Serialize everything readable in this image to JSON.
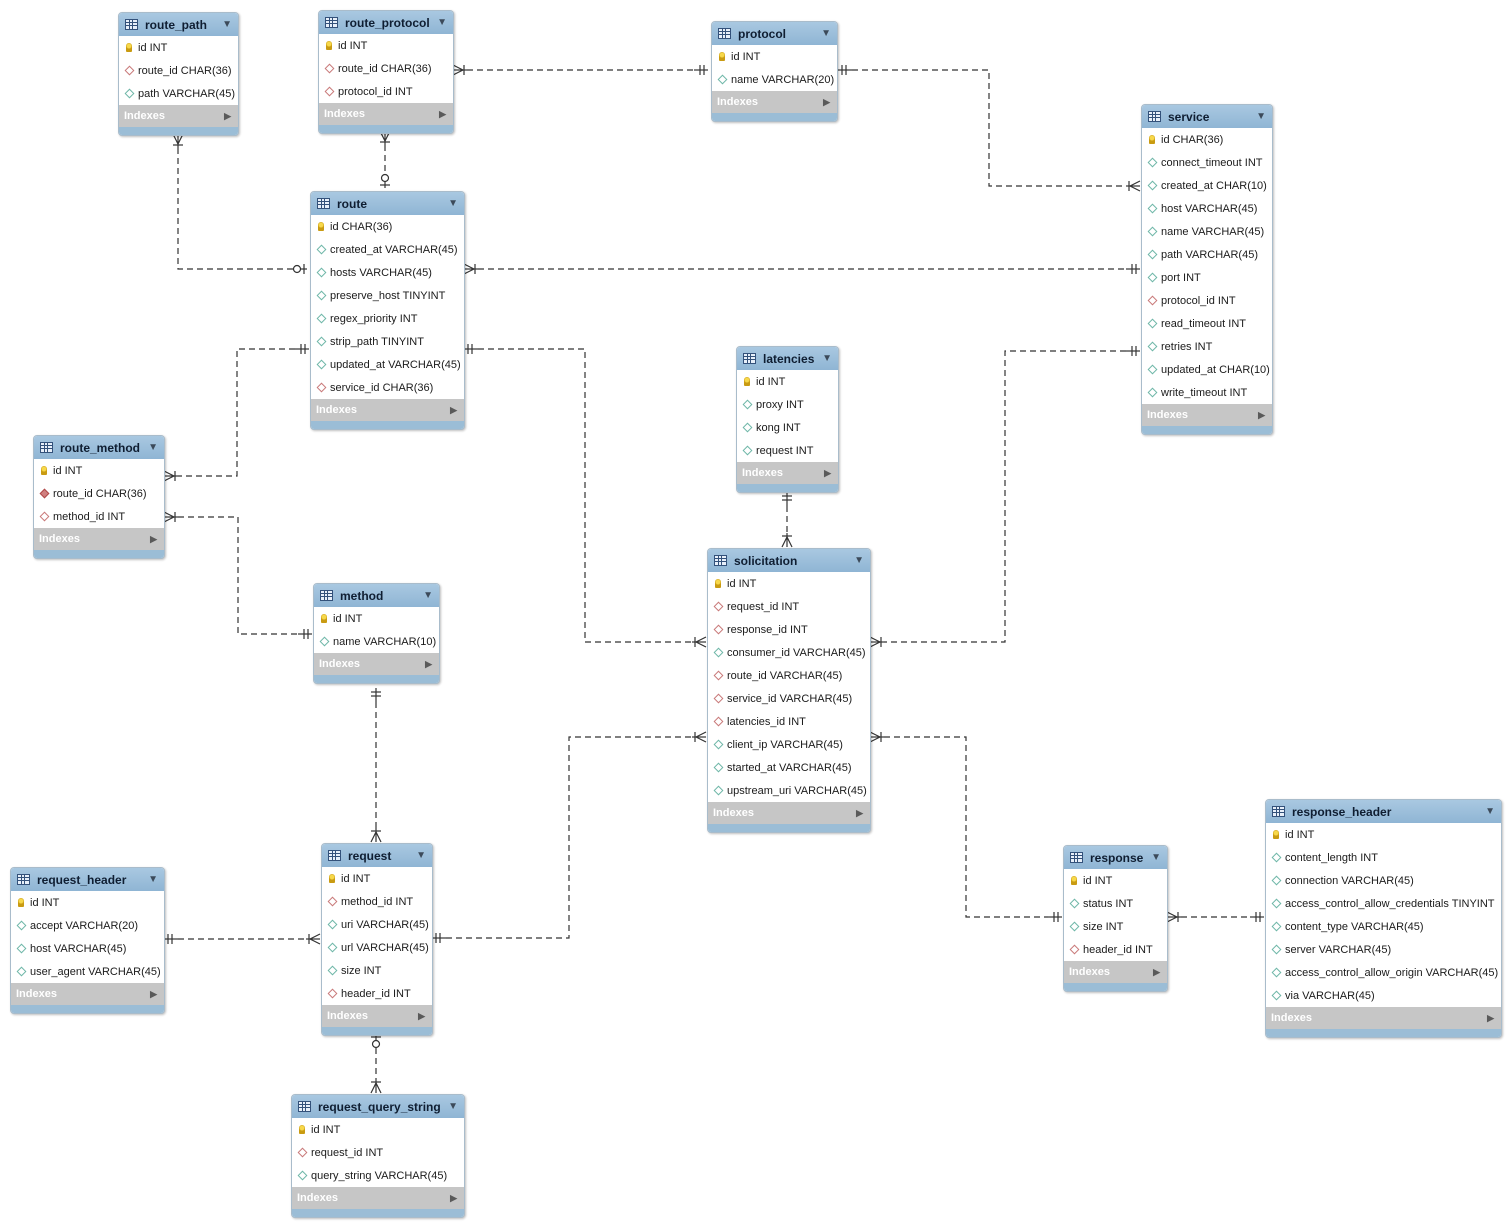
{
  "diagram": {
    "indexes_label": "Indexes",
    "tables": [
      {
        "key": "route_path",
        "name": "route_path",
        "columns": [
          {
            "kind": "pk",
            "text": "id INT"
          },
          {
            "kind": "fk",
            "text": "route_id CHAR(36)"
          },
          {
            "kind": "col",
            "text": "path VARCHAR(45)"
          }
        ]
      },
      {
        "key": "route_protocol",
        "name": "route_protocol",
        "columns": [
          {
            "kind": "pk",
            "text": "id INT"
          },
          {
            "kind": "fk",
            "text": "route_id CHAR(36)"
          },
          {
            "kind": "fk",
            "text": "protocol_id INT"
          }
        ]
      },
      {
        "key": "protocol",
        "name": "protocol",
        "columns": [
          {
            "kind": "pk",
            "text": "id INT"
          },
          {
            "kind": "col",
            "text": "name VARCHAR(20)"
          }
        ]
      },
      {
        "key": "service",
        "name": "service",
        "columns": [
          {
            "kind": "pk",
            "text": "id CHAR(36)"
          },
          {
            "kind": "col",
            "text": "connect_timeout INT"
          },
          {
            "kind": "col",
            "text": "created_at CHAR(10)"
          },
          {
            "kind": "col",
            "text": "host VARCHAR(45)"
          },
          {
            "kind": "col",
            "text": "name VARCHAR(45)"
          },
          {
            "kind": "col",
            "text": "path VARCHAR(45)"
          },
          {
            "kind": "col",
            "text": "port INT"
          },
          {
            "kind": "fk",
            "text": "protocol_id INT"
          },
          {
            "kind": "col",
            "text": "read_timeout INT"
          },
          {
            "kind": "col",
            "text": "retries INT"
          },
          {
            "kind": "col",
            "text": "updated_at CHAR(10)"
          },
          {
            "kind": "col",
            "text": "write_timeout INT"
          }
        ]
      },
      {
        "key": "route",
        "name": "route",
        "columns": [
          {
            "kind": "pk",
            "text": "id CHAR(36)"
          },
          {
            "kind": "col",
            "text": "created_at VARCHAR(45)"
          },
          {
            "kind": "col",
            "text": "hosts VARCHAR(45)"
          },
          {
            "kind": "col",
            "text": "preserve_host TINYINT"
          },
          {
            "kind": "col",
            "text": "regex_priority INT"
          },
          {
            "kind": "col",
            "text": "strip_path TINYINT"
          },
          {
            "kind": "col",
            "text": "updated_at VARCHAR(45)"
          },
          {
            "kind": "fk",
            "text": "service_id CHAR(36)"
          }
        ]
      },
      {
        "key": "latencies",
        "name": "latencies",
        "columns": [
          {
            "kind": "pk",
            "text": "id INT"
          },
          {
            "kind": "col",
            "text": "proxy INT"
          },
          {
            "kind": "col",
            "text": "kong INT"
          },
          {
            "kind": "col",
            "text": "request INT"
          }
        ]
      },
      {
        "key": "route_method",
        "name": "route_method",
        "columns": [
          {
            "kind": "pk",
            "text": "id INT"
          },
          {
            "kind": "fk-filled",
            "text": "route_id CHAR(36)"
          },
          {
            "kind": "fk",
            "text": "method_id INT"
          }
        ]
      },
      {
        "key": "solicitation",
        "name": "solicitation",
        "columns": [
          {
            "kind": "pk",
            "text": "id INT"
          },
          {
            "kind": "fk",
            "text": "request_id INT"
          },
          {
            "kind": "fk",
            "text": "response_id INT"
          },
          {
            "kind": "col",
            "text": "consumer_id VARCHAR(45)"
          },
          {
            "kind": "fk",
            "text": "route_id VARCHAR(45)"
          },
          {
            "kind": "fk",
            "text": "service_id VARCHAR(45)"
          },
          {
            "kind": "fk",
            "text": "latencies_id INT"
          },
          {
            "kind": "col",
            "text": "client_ip VARCHAR(45)"
          },
          {
            "kind": "col",
            "text": "started_at VARCHAR(45)"
          },
          {
            "kind": "col",
            "text": "upstream_uri VARCHAR(45)"
          }
        ]
      },
      {
        "key": "method",
        "name": "method",
        "columns": [
          {
            "kind": "pk",
            "text": "id INT"
          },
          {
            "kind": "col",
            "text": "name VARCHAR(10)"
          }
        ]
      },
      {
        "key": "response_header",
        "name": "response_header",
        "columns": [
          {
            "kind": "pk",
            "text": "id INT"
          },
          {
            "kind": "col",
            "text": "content_length INT"
          },
          {
            "kind": "col",
            "text": "connection VARCHAR(45)"
          },
          {
            "kind": "col",
            "text": "access_control_allow_credentials TINYINT"
          },
          {
            "kind": "col",
            "text": "content_type VARCHAR(45)"
          },
          {
            "kind": "col",
            "text": "server VARCHAR(45)"
          },
          {
            "kind": "col",
            "text": "access_control_allow_origin VARCHAR(45)"
          },
          {
            "kind": "col",
            "text": "via VARCHAR(45)"
          }
        ]
      },
      {
        "key": "request",
        "name": "request",
        "columns": [
          {
            "kind": "pk",
            "text": "id INT"
          },
          {
            "kind": "fk",
            "text": "method_id INT"
          },
          {
            "kind": "col",
            "text": "uri VARCHAR(45)"
          },
          {
            "kind": "col",
            "text": "url VARCHAR(45)"
          },
          {
            "kind": "col",
            "text": "size INT"
          },
          {
            "kind": "fk",
            "text": "header_id INT"
          }
        ]
      },
      {
        "key": "response",
        "name": "response",
        "columns": [
          {
            "kind": "pk",
            "text": "id INT"
          },
          {
            "kind": "col",
            "text": "status INT"
          },
          {
            "kind": "col",
            "text": "size INT"
          },
          {
            "kind": "fk",
            "text": "header_id INT"
          }
        ]
      },
      {
        "key": "request_header",
        "name": "request_header",
        "columns": [
          {
            "kind": "pk",
            "text": "id INT"
          },
          {
            "kind": "col",
            "text": "accept VARCHAR(20)"
          },
          {
            "kind": "col",
            "text": "host VARCHAR(45)"
          },
          {
            "kind": "col",
            "text": "user_agent VARCHAR(45)"
          }
        ]
      },
      {
        "key": "request_query_string",
        "name": "request_query_string",
        "columns": [
          {
            "kind": "pk",
            "text": "id INT"
          },
          {
            "kind": "fk",
            "text": "request_id INT"
          },
          {
            "kind": "col",
            "text": "query_string VARCHAR(45)"
          }
        ]
      }
    ],
    "relationships": [
      {
        "from": "route_path",
        "to": "route",
        "from_end": "many",
        "to_end": "zero-or-one"
      },
      {
        "from": "route_protocol",
        "to": "route",
        "from_end": "many",
        "to_end": "zero-or-one"
      },
      {
        "from": "route_protocol",
        "to": "protocol",
        "from_end": "many",
        "to_end": "one"
      },
      {
        "from": "protocol",
        "to": "service",
        "from_end": "one",
        "to_end": "many"
      },
      {
        "from": "route",
        "to": "service",
        "from_end": "many",
        "to_end": "one"
      },
      {
        "from": "route",
        "to": "route_method",
        "from_end": "one",
        "to_end": "many"
      },
      {
        "from": "route_method",
        "to": "method",
        "from_end": "many",
        "to_end": "one"
      },
      {
        "from": "route",
        "to": "solicitation",
        "from_end": "one",
        "to_end": "many"
      },
      {
        "from": "service",
        "to": "solicitation",
        "from_end": "one",
        "to_end": "many"
      },
      {
        "from": "latencies",
        "to": "solicitation",
        "from_end": "one",
        "to_end": "many"
      },
      {
        "from": "method",
        "to": "request",
        "from_end": "one",
        "to_end": "many"
      },
      {
        "from": "request",
        "to": "solicitation",
        "from_end": "one",
        "to_end": "many"
      },
      {
        "from": "solicitation",
        "to": "response",
        "from_end": "many",
        "to_end": "one"
      },
      {
        "from": "response",
        "to": "response_header",
        "from_end": "many",
        "to_end": "one"
      },
      {
        "from": "request_header",
        "to": "request",
        "from_end": "one",
        "to_end": "many"
      },
      {
        "from": "request",
        "to": "request_query_string",
        "from_end": "zero-or-one",
        "to_end": "many"
      }
    ]
  }
}
